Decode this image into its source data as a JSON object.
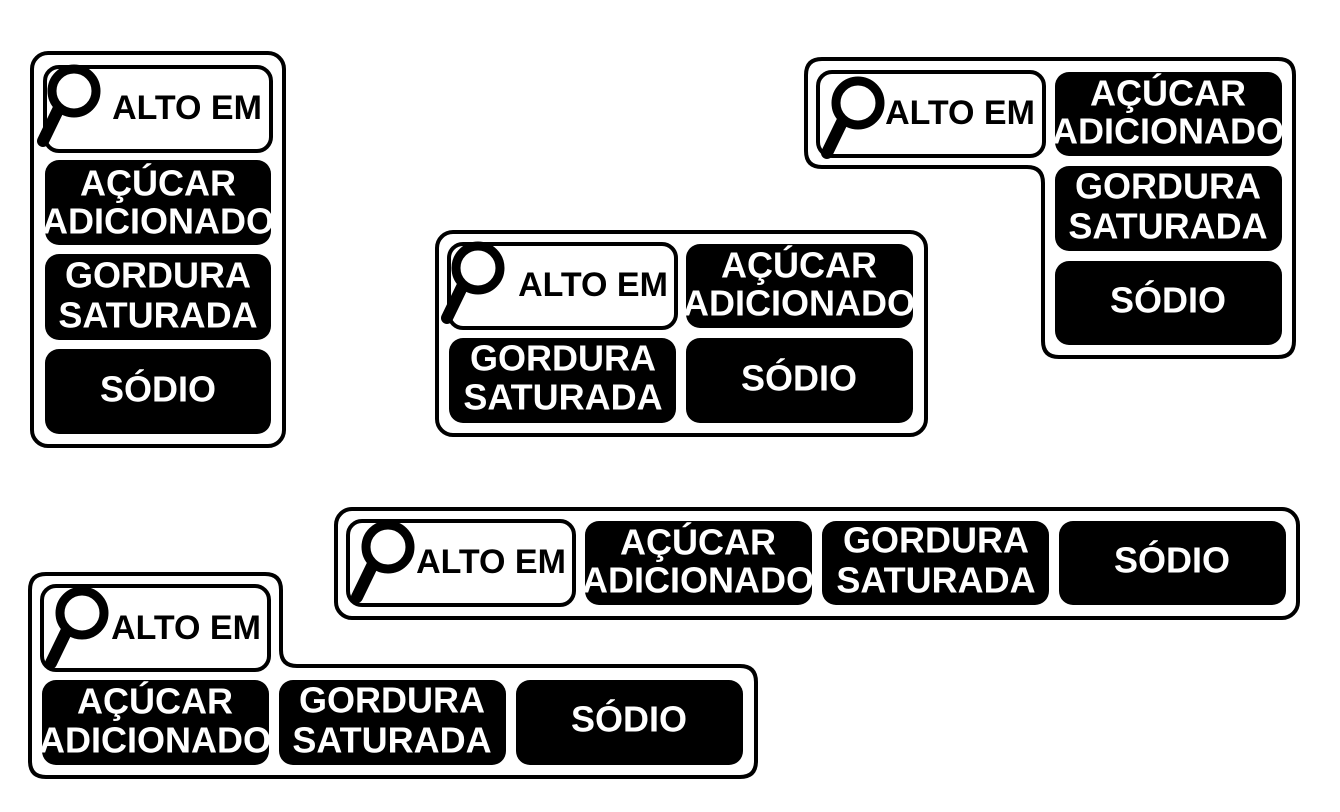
{
  "labels": {
    "header": "ALTO EM",
    "sugar_line1": "AÇÚCAR",
    "sugar_line2": "ADICIONADO",
    "fat_line1": "GORDURA",
    "fat_line2": "SATURADA",
    "sodium": "SÓDIO"
  },
  "icons": {
    "header": "magnifying-glass-icon"
  },
  "colors": {
    "ink": "#000000",
    "paper": "#ffffff"
  }
}
